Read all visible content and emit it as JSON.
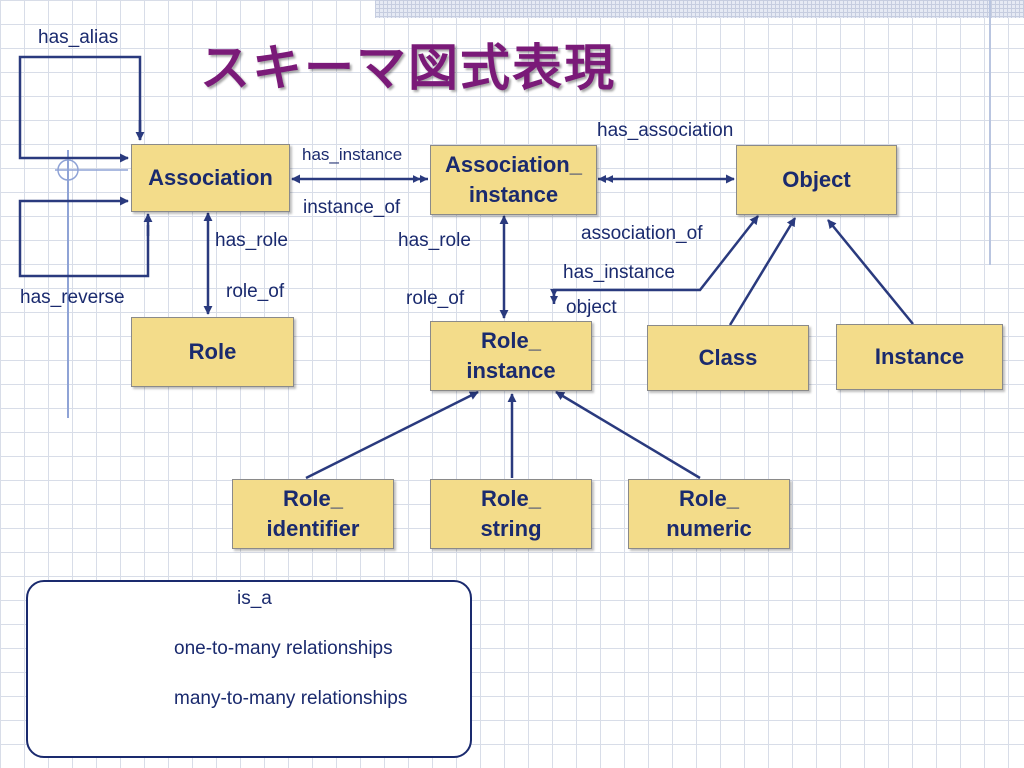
{
  "title": "スキーマ図式表現",
  "boxes": {
    "association": "Association",
    "association_instance_1": "Association_",
    "association_instance_2": "instance",
    "object": "Object",
    "role": "Role",
    "role_instance_1": "Role_",
    "role_instance_2": "instance",
    "class": "Class",
    "instance": "Instance",
    "role_identifier_1": "Role_",
    "role_identifier_2": "identifier",
    "role_string_1": "Role_",
    "role_string_2": "string",
    "role_numeric_1": "Role_",
    "role_numeric_2": "numeric"
  },
  "labels": {
    "has_alias": "has_alias",
    "has_reverse": "has_reverse",
    "has_instance_top": "has_instance",
    "instance_of": "instance_of",
    "has_association": "has_association",
    "association_of": "association_of",
    "has_role_left": "has_role",
    "role_of_left": "role_of",
    "has_role_mid": "has_role",
    "role_of_mid": "role_of",
    "has_instance_right": "has_instance",
    "object": "object"
  },
  "legend": {
    "is_a": "is_a",
    "one_to_many": "one-to-many relationships",
    "many_to_many": "many-to-many relationships"
  },
  "colors": {
    "title": "#7a1a78",
    "box_fill": "#f3dc8a",
    "line": "#2a3a7e",
    "text": "#1a2a6e"
  }
}
